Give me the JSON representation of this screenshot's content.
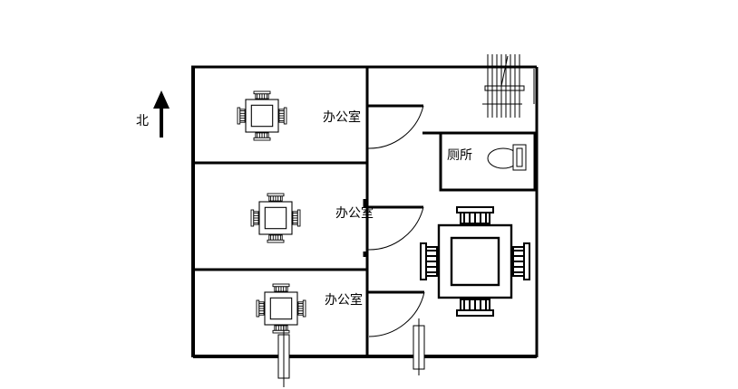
{
  "compass": {
    "label": "北"
  },
  "rooms": [
    {
      "label": "办公室"
    },
    {
      "label": "办公室"
    },
    {
      "label": "办公室"
    },
    {
      "label": "厕所"
    }
  ],
  "colors": {
    "line": "#000000",
    "background": "#ffffff"
  }
}
